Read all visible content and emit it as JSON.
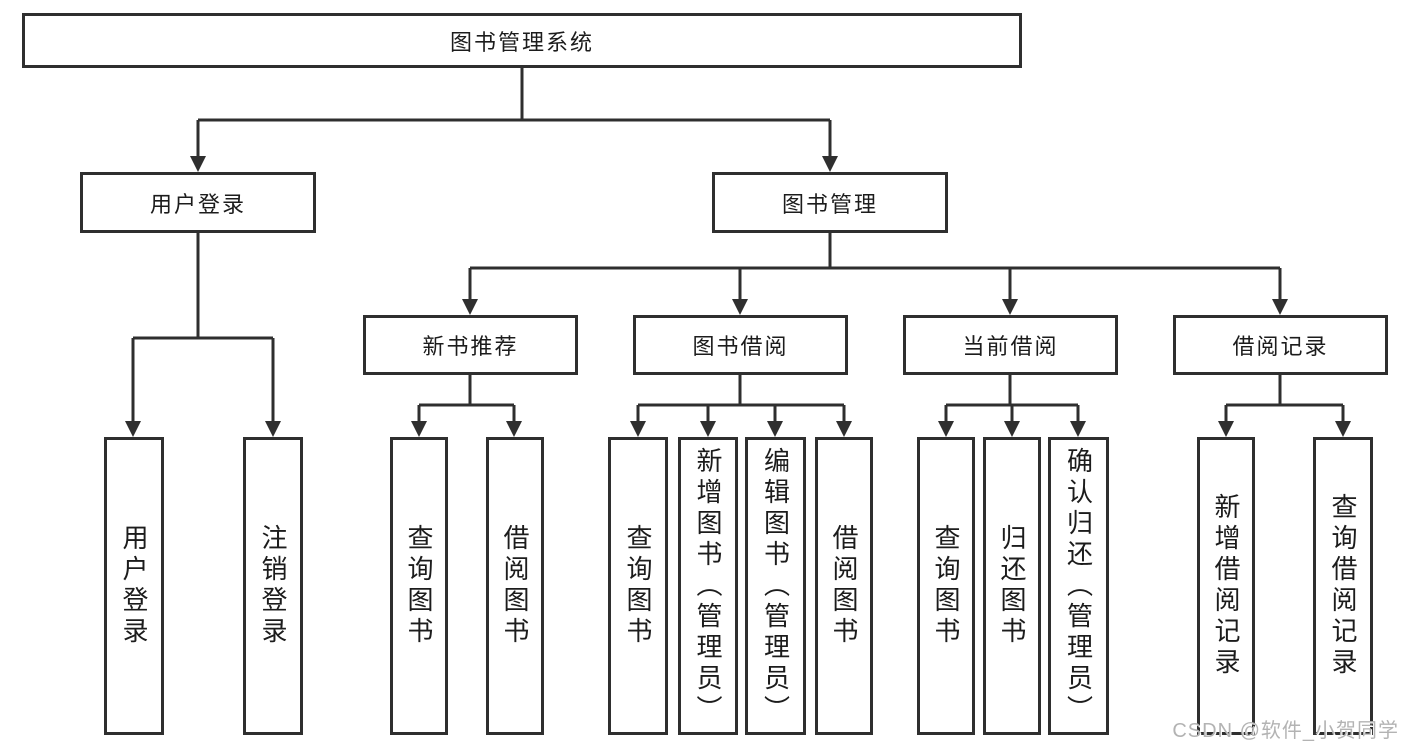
{
  "diagram": {
    "root": {
      "label": "图书管理系统"
    },
    "branches": [
      {
        "id": "user-login",
        "label": "用户登录",
        "children": [
          "用户登录",
          "注销登录"
        ]
      },
      {
        "id": "book-management",
        "label": "图书管理",
        "children": [
          {
            "label": "新书推荐",
            "children": [
              "查询图书",
              "借阅图书"
            ]
          },
          {
            "label": "图书借阅",
            "children": [
              "查询图书",
              "新增图书（管理员）",
              "编辑图书（管理员）",
              "借阅图书"
            ]
          },
          {
            "label": "当前借阅",
            "children": [
              "查询图书",
              "归还图书",
              "确认归还（管理员）"
            ]
          },
          {
            "label": "借阅记录",
            "children": [
              "新增借阅记录",
              "查询借阅记录"
            ]
          }
        ]
      }
    ],
    "colors": {
      "line": "#2f2f2f",
      "border": "#2f2f2f",
      "text": "#1c1c1c",
      "background": "#ffffff",
      "watermark": "#b3b3b3"
    }
  },
  "watermark": {
    "text": "CSDN @软件_小贺同学"
  }
}
